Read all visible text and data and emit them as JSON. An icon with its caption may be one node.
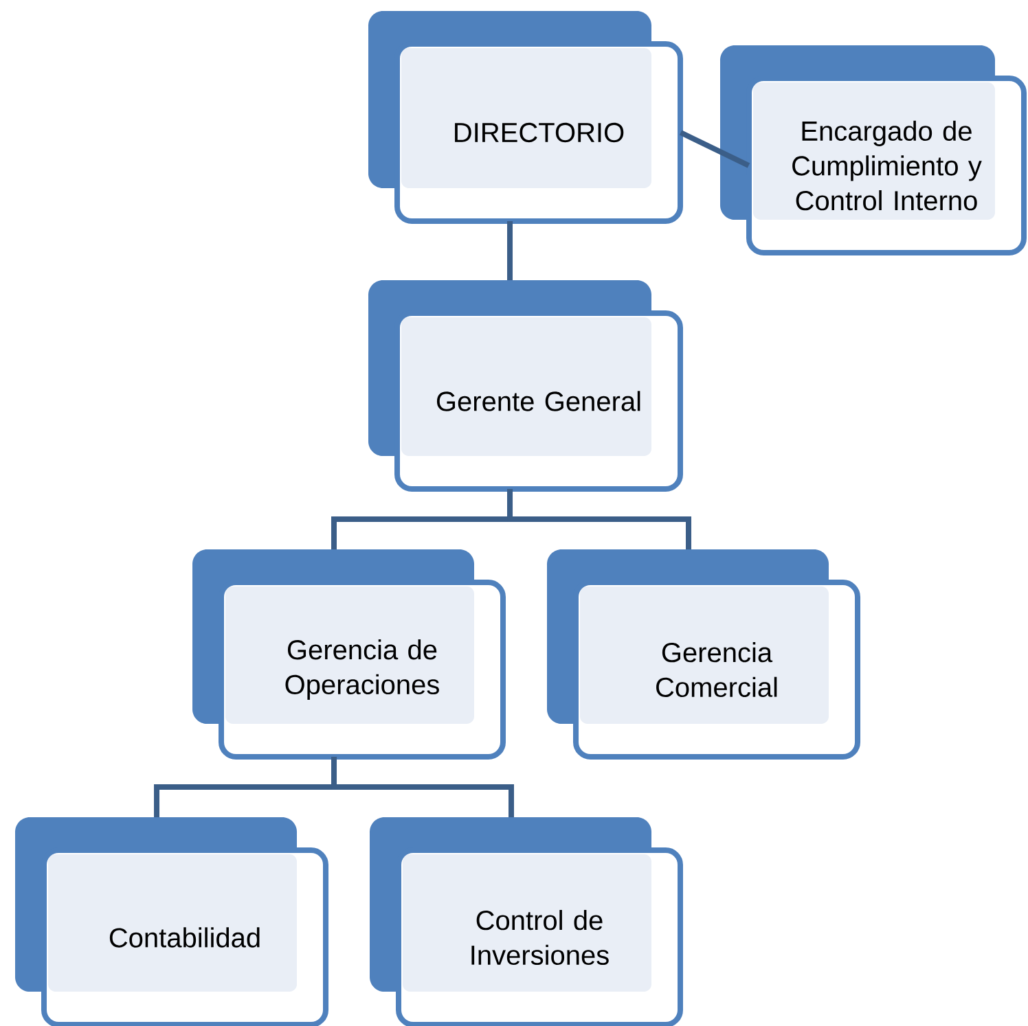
{
  "diagram": {
    "nodes": [
      {
        "text": [
          "DIRECTORIO"
        ]
      },
      {
        "text": [
          "Encargado de Cumplimiento y Control Interno"
        ]
      },
      {
        "text": [
          "Gerente General"
        ]
      },
      {
        "text": [
          "Gerencia de Operaciones"
        ]
      },
      {
        "text": [
          "Gerencia Comercial"
        ]
      },
      {
        "text": [
          "Contabilidad"
        ]
      },
      {
        "text": [
          "Control de Inversiones"
        ]
      }
    ],
    "edges": [
      {
        "from": 0,
        "to": 1,
        "arrow": "none"
      },
      {
        "from": 0,
        "to": 2,
        "arrow": "none"
      },
      {
        "from": 2,
        "to": 3,
        "arrow": "none"
      },
      {
        "from": 2,
        "to": 4,
        "arrow": "none"
      },
      {
        "from": 3,
        "to": 5,
        "arrow": "none"
      },
      {
        "from": 3,
        "to": 6,
        "arrow": "none"
      }
    ]
  }
}
